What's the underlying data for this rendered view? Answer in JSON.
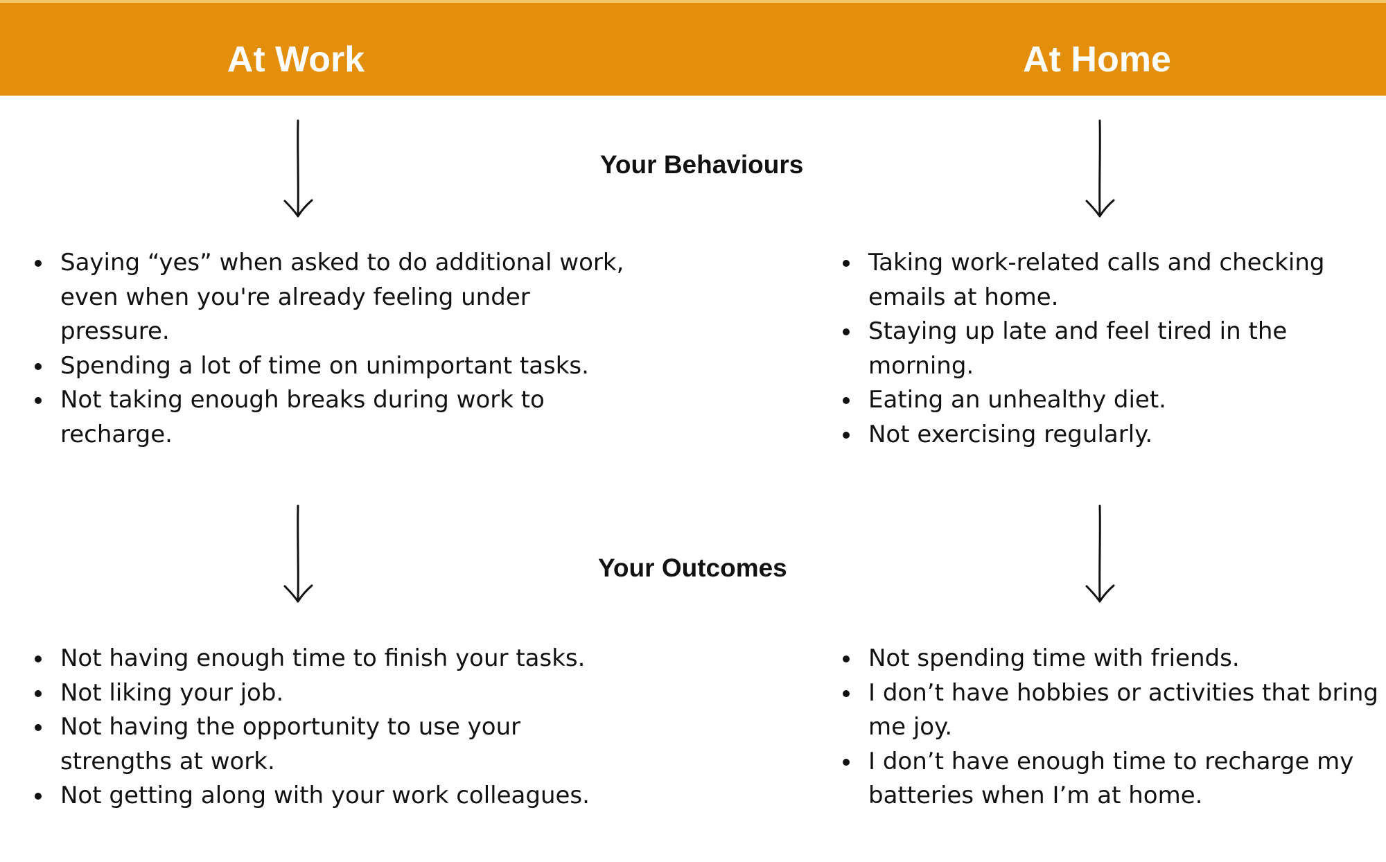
{
  "colors": {
    "header_bg": "#e38f0c",
    "header_text": "#ffffff",
    "text": "#111111"
  },
  "columns": {
    "left_title": "At Work",
    "right_title": "At Home"
  },
  "sections": {
    "behaviours_label": "Your Behaviours",
    "outcomes_label": "Your Outcomes"
  },
  "work": {
    "behaviours": [
      "Saying “yes” when asked to do additional work, even when you're already feeling under pressure.",
      "Spending a lot of time on unimportant tasks.",
      "Not taking enough breaks during work to recharge."
    ],
    "outcomes": [
      "Not having enough time to finish your tasks.",
      "Not liking your job.",
      "Not having the opportunity to use your strengths at work.",
      "Not getting along with your work colleagues."
    ]
  },
  "home": {
    "behaviours": [
      "Taking work-related calls and checking emails at home.",
      "Staying up late and feel tired in the morning.",
      "Eating an unhealthy diet.",
      "Not exercising regularly."
    ],
    "outcomes": [
      "Not spending time with friends.",
      "I don’t have hobbies or activities that bring me joy.",
      "I don’t have enough time to recharge my batteries when I’m at home."
    ]
  }
}
